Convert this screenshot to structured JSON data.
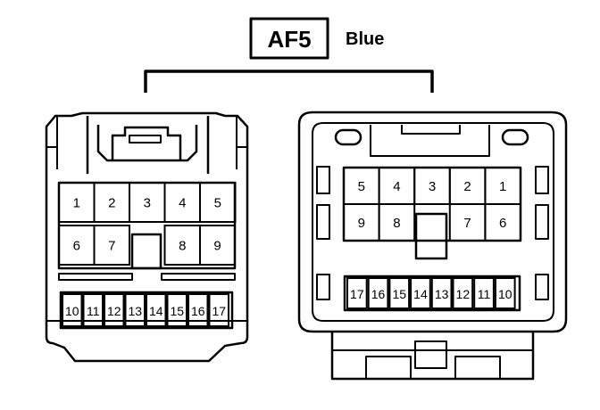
{
  "connector": {
    "code": "AF5",
    "color": "Blue"
  },
  "left_view": {
    "top_row": [
      "1",
      "2",
      "3",
      "4",
      "5"
    ],
    "mid_row": [
      "6",
      "7",
      "",
      "8",
      "9"
    ],
    "bottom_row": [
      "10",
      "11",
      "12",
      "13",
      "14",
      "15",
      "16",
      "17"
    ]
  },
  "right_view": {
    "top_row": [
      "5",
      "4",
      "3",
      "2",
      "1"
    ],
    "mid_row": [
      "9",
      "8",
      "",
      "7",
      "6"
    ],
    "bottom_row": [
      "17",
      "16",
      "15",
      "14",
      "13",
      "12",
      "11",
      "10"
    ]
  }
}
